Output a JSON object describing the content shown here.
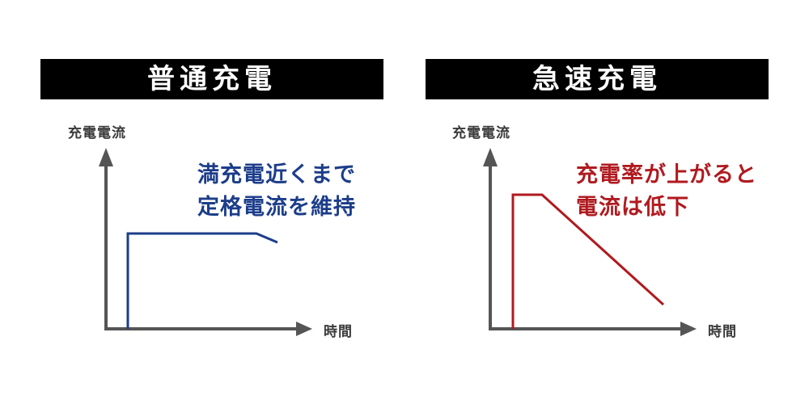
{
  "panels": [
    {
      "title": "普通充電",
      "y_axis_label": "充電電流",
      "x_axis_label": "時間",
      "note_lines": [
        "満充電近くまで",
        "定格電流を維持"
      ],
      "line_color": "#1c3d8a"
    },
    {
      "title": "急速充電",
      "y_axis_label": "充電電流",
      "x_axis_label": "時間",
      "note_lines": [
        "充電率が上がると",
        "電流は低下"
      ],
      "line_color": "#b01a1f"
    }
  ],
  "colors": {
    "axis": "#555555",
    "banner_bg": "#000000",
    "banner_text": "#ffffff"
  }
}
